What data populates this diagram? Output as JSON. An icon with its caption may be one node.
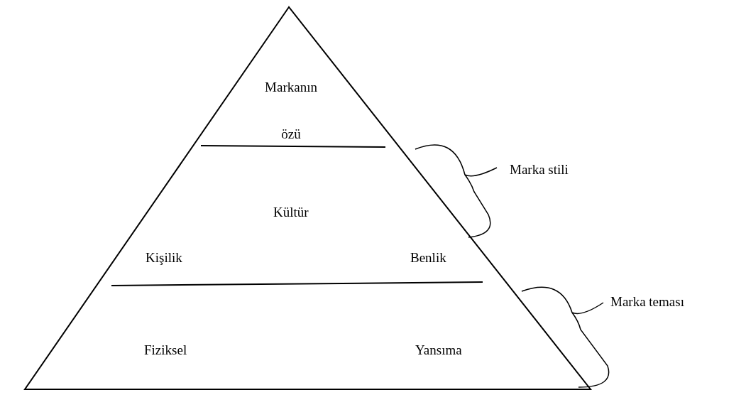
{
  "diagram": {
    "nodes": [
      {
        "text": [
          "Markanın özü"
        ]
      },
      {
        "text": [
          "Kültür",
          "Kişilik",
          "Benlik"
        ]
      },
      {
        "text": [
          "Fiziksel",
          "Yansıma"
        ]
      }
    ],
    "labels": [
      "Marka stili",
      "Marka teması"
    ]
  }
}
